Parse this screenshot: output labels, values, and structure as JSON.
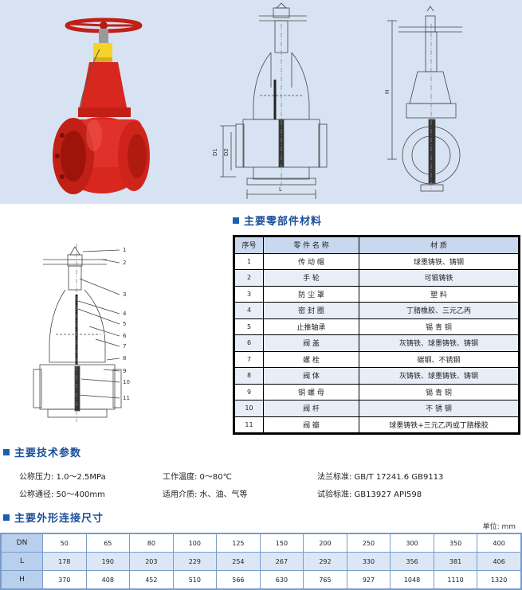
{
  "drawing_labels": {
    "h": "H",
    "d1": "D1",
    "d2": "D2",
    "l": "L",
    "callouts": [
      "1",
      "2",
      "3",
      "4",
      "5",
      "6",
      "7",
      "8",
      "9",
      "10",
      "11"
    ]
  },
  "sections": {
    "materials_title": "主要零部件材料",
    "tech_title": "主要技术参数",
    "dims_title": "主要外形连接尺寸"
  },
  "parts_table": {
    "headers": [
      "序号",
      "零 件 名 称",
      "材      质"
    ],
    "rows": [
      {
        "no": "1",
        "name": "传 动 帽",
        "material": "球墨铸铁、铸钢"
      },
      {
        "no": "2",
        "name": "手    轮",
        "material": "可锻铸铁"
      },
      {
        "no": "3",
        "name": "防 尘 罩",
        "material": "塑    料"
      },
      {
        "no": "4",
        "name": "密 封 圈",
        "material": "丁腈橡胶、三元乙丙"
      },
      {
        "no": "5",
        "name": "止推轴承",
        "material": "锡 青 铜"
      },
      {
        "no": "6",
        "name": "阀    盖",
        "material": "灰铸铁、球墨铸铁、铸钢"
      },
      {
        "no": "7",
        "name": "螺    栓",
        "material": "碳钢、不锈钢"
      },
      {
        "no": "8",
        "name": "阀    体",
        "material": "灰铸铁、球墨铸铁、铸钢"
      },
      {
        "no": "9",
        "name": "铜 螺 母",
        "material": "锡 青 铜"
      },
      {
        "no": "10",
        "name": "阀    杆",
        "material": "不 锈 钢"
      },
      {
        "no": "11",
        "name": "阀    瓣",
        "material": "球墨铸铁+三元乙丙或丁腈橡胶"
      }
    ]
  },
  "tech_params": {
    "pressure": "公称压力:  1.0～2.5MPa",
    "temperature": "工作温度:  0～80℃",
    "flange": "法兰标准:  GB/T  17241.6  GB9113",
    "diameter": "公称通径:  50～400mm",
    "medium": "适用介质:  水、油、气等",
    "test": "试验标准:  GB13927  API598"
  },
  "dims_table": {
    "unit": "单位:  mm",
    "rows": [
      {
        "label": "DN",
        "values": [
          "50",
          "65",
          "80",
          "100",
          "125",
          "150",
          "200",
          "250",
          "300",
          "350",
          "400"
        ]
      },
      {
        "label": "L",
        "values": [
          "178",
          "190",
          "203",
          "229",
          "254",
          "267",
          "292",
          "330",
          "356",
          "381",
          "406"
        ]
      },
      {
        "label": "H",
        "values": [
          "370",
          "408",
          "452",
          "510",
          "566",
          "630",
          "765",
          "927",
          "1048",
          "1110",
          "1320"
        ]
      }
    ]
  },
  "colors": {
    "banner": "#d7e3f2",
    "valve_red": "#d8271e",
    "stem_yellow": "#f5d328",
    "title_blue": "#1b4f9a",
    "table_header": "#c9d8ee"
  }
}
